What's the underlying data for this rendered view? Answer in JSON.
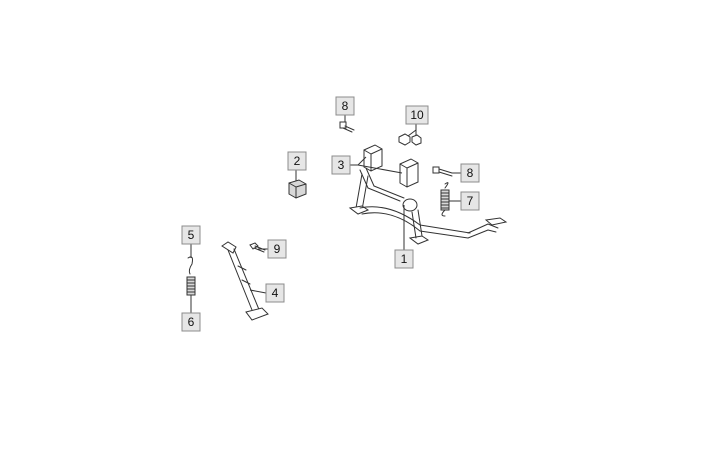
{
  "callouts": [
    {
      "id": "c1",
      "label": "1"
    },
    {
      "id": "c2",
      "label": "2"
    },
    {
      "id": "c3",
      "label": "3"
    },
    {
      "id": "c4",
      "label": "4"
    },
    {
      "id": "c5",
      "label": "5"
    },
    {
      "id": "c6",
      "label": "6"
    },
    {
      "id": "c7",
      "label": "7"
    },
    {
      "id": "c8a",
      "label": "8"
    },
    {
      "id": "c8b",
      "label": "8"
    },
    {
      "id": "c9",
      "label": "9"
    },
    {
      "id": "c10",
      "label": "10"
    }
  ]
}
